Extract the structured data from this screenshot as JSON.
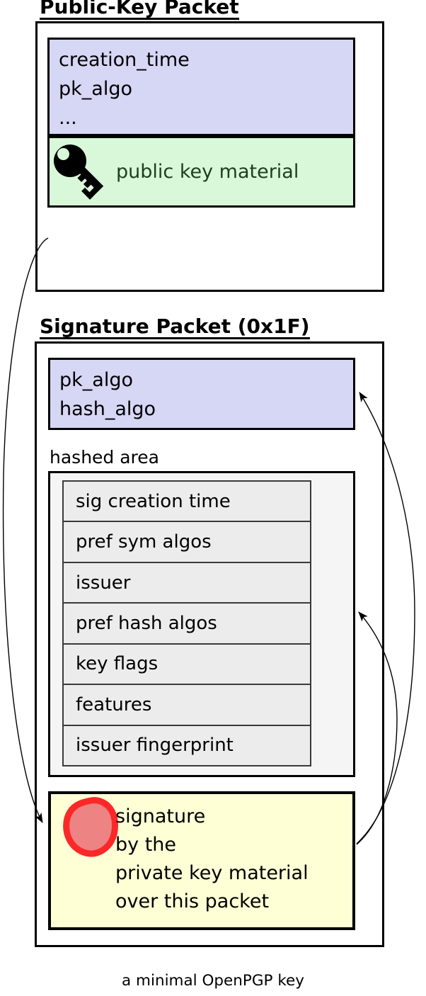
{
  "diagram": {
    "public_key_packet": {
      "title": "Public-Key Packet",
      "header_fields": [
        "creation_time",
        "pk_algo",
        "..."
      ],
      "key_material": {
        "label": "public key material",
        "icon": "key-icon"
      }
    },
    "signature_packet": {
      "title": "Signature Packet (0x1F)",
      "header_fields": [
        "pk_algo",
        "hash_algo"
      ],
      "hashed_area": {
        "label": "hashed area",
        "subpackets": [
          "sig creation time",
          "pref sym algos",
          "issuer",
          "pref hash algos",
          "key flags",
          "features",
          "issuer fingerprint"
        ]
      },
      "signature": {
        "icon": "seal-icon",
        "lines": [
          "signature",
          "by the",
          "private key material",
          "over this packet"
        ]
      }
    },
    "caption": "a minimal OpenPGP key",
    "colors": {
      "header_fill": "#d6d6f5",
      "key_material_fill": "#d9f8d9",
      "key_material_text": "#1c3f1c",
      "hashed_area_fill": "#f5f5f5",
      "subpacket_fill": "#ececec",
      "signature_fill": "#ffffd6",
      "seal_ring": "#fb2828",
      "seal_fill": "#ee8383",
      "line": "#000000"
    }
  }
}
